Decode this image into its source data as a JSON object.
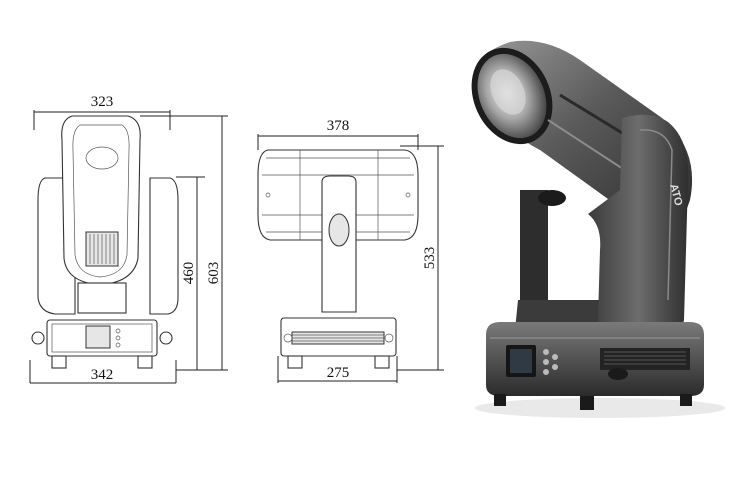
{
  "front_view": {
    "width_top": "323",
    "width_bottom": "342",
    "height_inner": "460",
    "height_outer": "603"
  },
  "side_view": {
    "width_top": "378",
    "width_bottom": "275",
    "height": "533"
  },
  "product_photo": {
    "logo_text": "ATO"
  }
}
